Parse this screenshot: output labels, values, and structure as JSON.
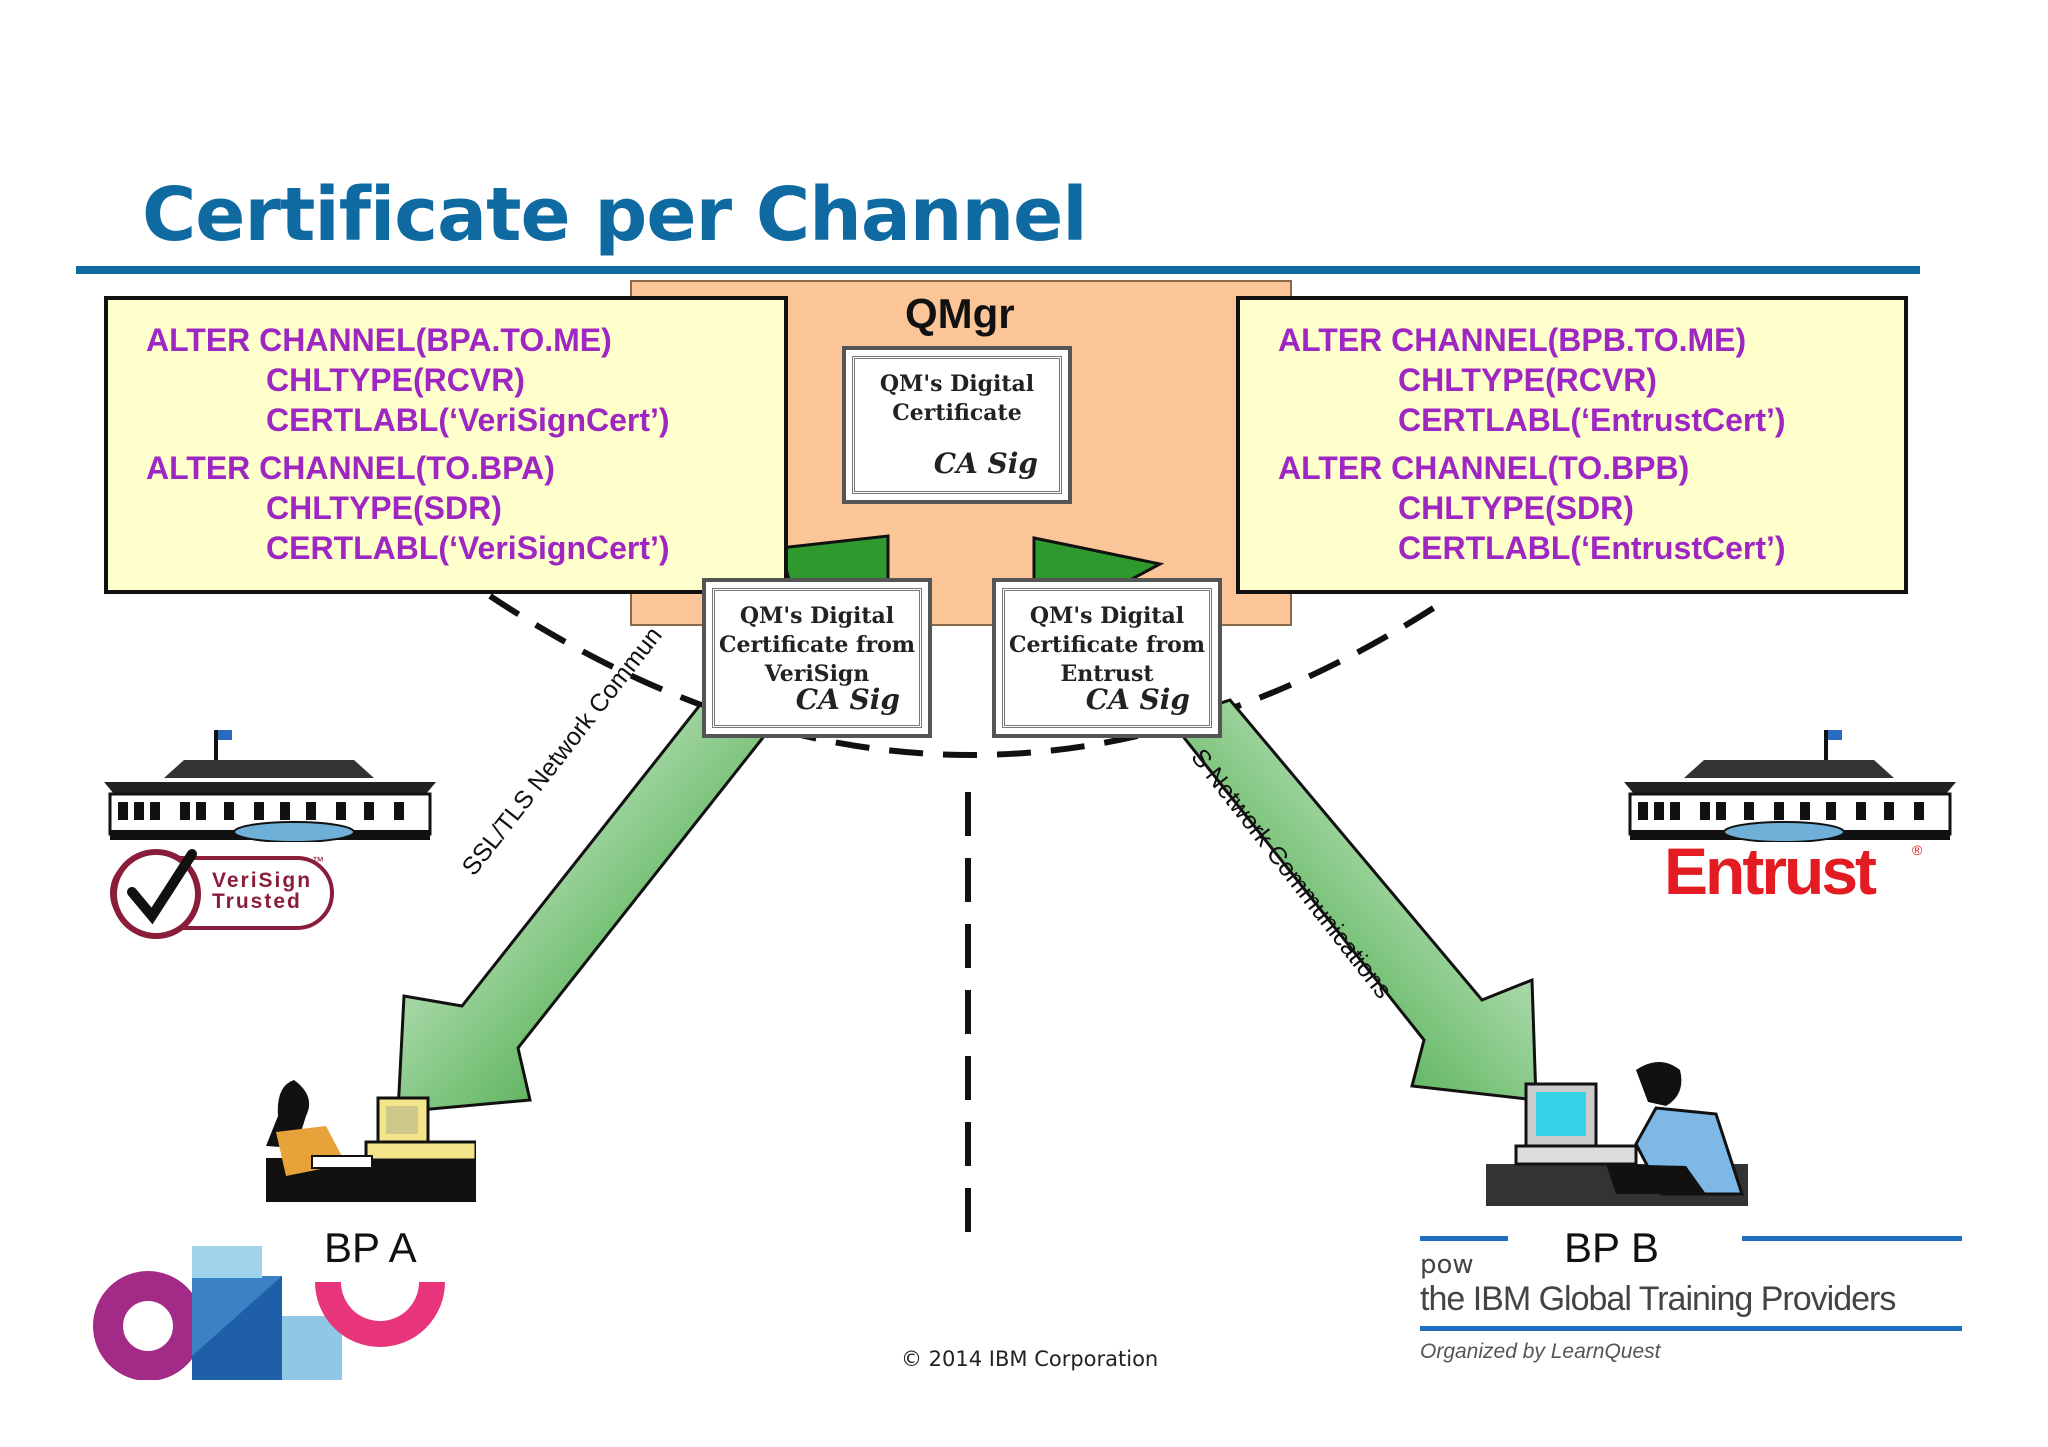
{
  "slide": {
    "title": "Certificate per Channel",
    "colors": {
      "title": "#0e6aa1",
      "command_text": "#9e26c2",
      "qmgr_box": "#fbc597",
      "command_box": "#ffffcc",
      "arrow": "#2e9a2e",
      "entrust": "#e31b23"
    }
  },
  "qmgr": {
    "label": "QMgr",
    "certificate": {
      "text": "QM's Digital\nCertificate",
      "signature": "CA Sig"
    }
  },
  "channel_certs": [
    {
      "text": "QM's Digital\nCertificate from\nVeriSign",
      "signature": "CA Sig"
    },
    {
      "text": "QM's Digital\nCertificate from\nEntrust",
      "signature": "CA Sig"
    }
  ],
  "commands_left": [
    {
      "text": "ALTER CHANNEL(BPA.TO.ME)",
      "indent": false
    },
    {
      "text": "CHLTYPE(RCVR)",
      "indent": true
    },
    {
      "text": "CERTLABL(‘VeriSignCert’)",
      "indent": true
    },
    {
      "text": "ALTER CHANNEL(TO.BPA)",
      "indent": false
    },
    {
      "text": "CHLTYPE(SDR)",
      "indent": true
    },
    {
      "text": "CERTLABL(‘VeriSignCert’)",
      "indent": true
    }
  ],
  "commands_right": [
    {
      "text": "ALTER CHANNEL(BPB.TO.ME)",
      "indent": false
    },
    {
      "text": "CHLTYPE(RCVR)",
      "indent": true
    },
    {
      "text": "CERTLABL(‘EntrustCert’)",
      "indent": true
    },
    {
      "text": "ALTER CHANNEL(TO.BPB)",
      "indent": false
    },
    {
      "text": "CHLTYPE(SDR)",
      "indent": true
    },
    {
      "text": "CERTLABL(‘EntrustCert’)",
      "indent": true
    }
  ],
  "arrows": {
    "left_label": "SSL/TLS Network Commun",
    "right_label": "S Network Communications"
  },
  "partners": {
    "left": {
      "label": "BP A",
      "ca_logo": "VeriSign\nTrusted",
      "ca_mark": "™"
    },
    "right": {
      "label": "BP B",
      "ca_logo": "Entrust",
      "ca_mark": "®"
    }
  },
  "icons": [
    "building-icon",
    "person-at-computer-icon",
    "verisign-check-icon",
    "flag-icon"
  ],
  "footer": {
    "copyright": "© 2014 IBM Corporation",
    "ibm_line1": "pow",
    "ibm_line2": "the IBM Global Training Providers",
    "ibm_line3": "Organized by LearnQuest"
  }
}
